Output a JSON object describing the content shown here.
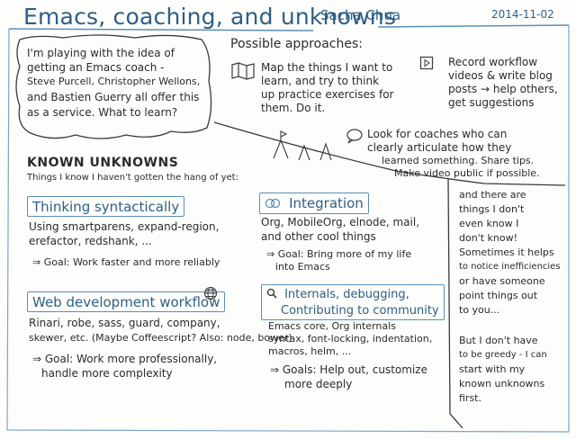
{
  "header": {
    "title": "Emacs, coaching, and unknowns",
    "author": "Sacha Chua",
    "date": "2014-11-02"
  },
  "intro": {
    "lines": [
      "I'm playing with the idea of",
      "getting an Emacs coach -",
      "Steve Purcell, Christopher Wellons,",
      "and Bastien Guerry all offer this",
      "as a service. What to learn?"
    ]
  },
  "approaches": {
    "heading": "Possible approaches:",
    "map": [
      "Map the things I want to",
      "learn, and try to think",
      "up practice exercises for",
      "them. Do it."
    ],
    "record": [
      "Record workflow",
      "videos & write blog",
      "posts → help others,",
      "get suggestions"
    ],
    "coaches": [
      "Look for coaches who can",
      "clearly articulate how they",
      "learned something. Share tips.",
      "Make video public if possible."
    ]
  },
  "known_unknowns": {
    "heading": "KNOWN UNKNOWNS",
    "subheading": "Things I know I haven't gotten the hang of yet:"
  },
  "sections": {
    "syntax": {
      "title": "Thinking syntactically",
      "lines": [
        "Using smartparens, expand-region,",
        "erefactor, redshank, ..."
      ],
      "goal": "⇒ Goal: Work faster and more reliably"
    },
    "integration": {
      "title": "Integration",
      "lines": [
        "Org, MobileOrg, elnode, mail,",
        "and other cool things"
      ],
      "goal": [
        "⇒ Goal: Bring more of my life",
        "into Emacs"
      ]
    },
    "webdev": {
      "title": "Web development workflow",
      "lines": [
        "Rinari, robe, sass, guard, company,",
        "skewer, etc. (Maybe Coffeescript? Also: node, bower)"
      ],
      "goal": [
        "⇒ Goal: Work more professionally,",
        "handle more complexity"
      ]
    },
    "internals": {
      "title": [
        "Internals, debugging,",
        "Contributing to community"
      ],
      "lines": [
        "Emacs core, Org internals",
        "syntax, font-locking, indentation,",
        "macros, helm, ..."
      ],
      "goal": [
        "⇒ Goals: Help out, customize",
        "more deeply"
      ]
    }
  },
  "sidenote": {
    "lines": [
      "and there are",
      "things I don't",
      "even know I",
      "don't know!",
      "Sometimes it helps",
      "to notice inefficiencies",
      "or have someone",
      "point things out",
      "to you...",
      "",
      "But I don't have",
      "to be greedy - I can",
      "start with my",
      "known unknowns",
      "first."
    ]
  },
  "colors": {
    "accent": "#2f5f86",
    "box": "#5b8fb9",
    "ink": "#2b2b2b"
  },
  "icons": [
    "map-icon",
    "video-play-icon",
    "speech-bubble-icon",
    "link-chain-icon",
    "globe-icon",
    "magnifier-icon",
    "mountain-flag-icon"
  ]
}
